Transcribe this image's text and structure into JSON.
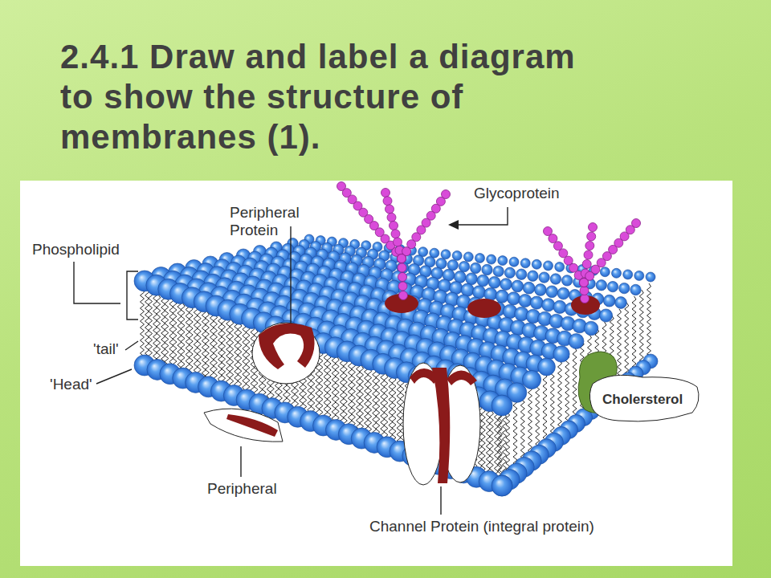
{
  "diagram": {
    "title": "2.4.1 Draw and label a diagram to show the structure of membranes (1).",
    "labels": [
      "Phospholipid",
      "Peripheral Protein",
      "Glycoprotein",
      "'tail'",
      "'Head'",
      "Cholersterol",
      "Peripheral",
      "Channel Protein (integral protein)"
    ]
  }
}
